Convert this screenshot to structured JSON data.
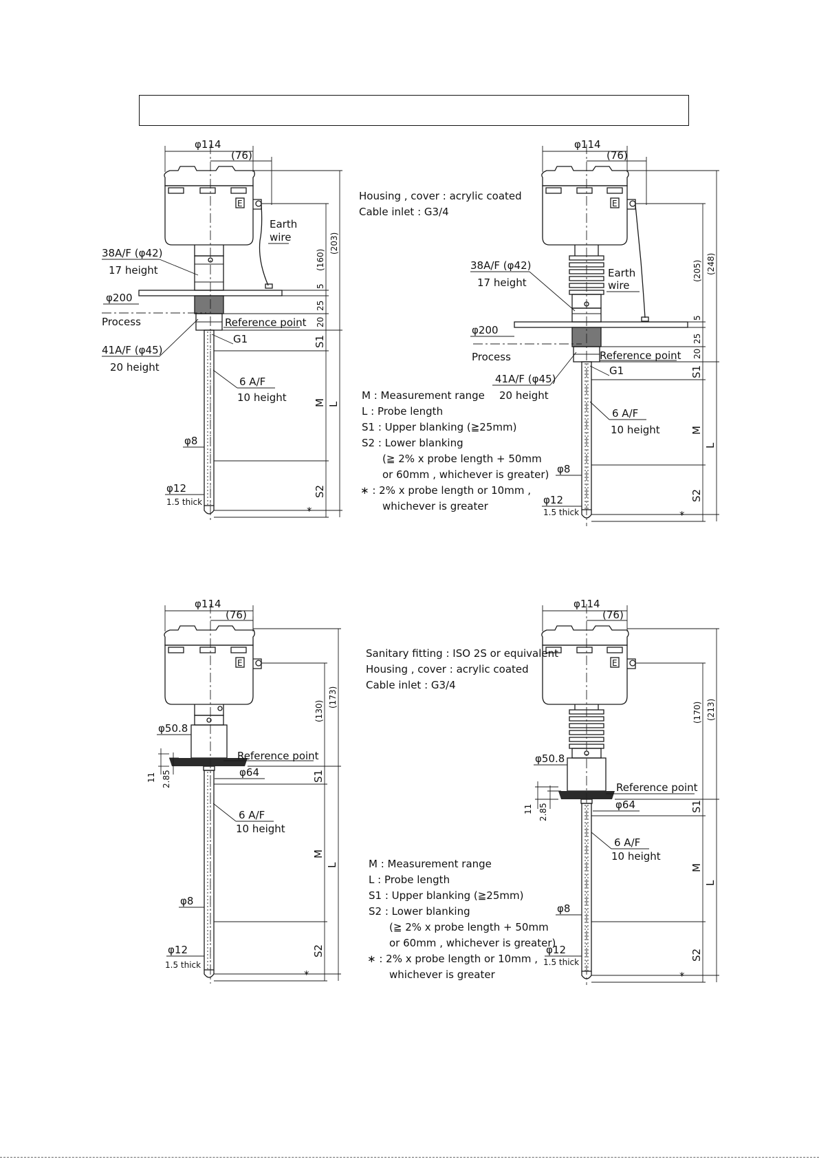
{
  "header_box": {
    "title": ""
  },
  "common": {
    "d_housing": "φ114",
    "cover_offset": "(76)",
    "earth_mark": "E",
    "d_rod": "φ8",
    "d_tip": "φ12",
    "tip_thick": "1.5 thick",
    "hex_probe_af": "6 A/F",
    "hex_probe_height": "10 height",
    "s1": "S1",
    "s2": "S2",
    "m": "M",
    "l": "L",
    "star": "*",
    "reference_point": "Reference point"
  },
  "flange": {
    "hex_body_af": "38A/F (φ42)",
    "hex_body_height": "17 height",
    "d_flange": "φ200",
    "process": "Process",
    "hex_nut_af": "41A/F (φ45)",
    "hex_nut_height": "20 height",
    "thread": "G1",
    "earth_wire_1": "Earth",
    "earth_wire_2": "wire",
    "dim_5": "5",
    "dim_25": "25",
    "dim_20": "20",
    "std_dims": [
      "(160)",
      "(203)"
    ],
    "ext_dims": [
      "(205)",
      "(248)"
    ]
  },
  "sanitary": {
    "d_clamp": "φ50.8",
    "d_ferrule": "φ64",
    "dim_11": "11",
    "dim_285": "2.85",
    "std_dims": [
      "(130)",
      "(173)"
    ],
    "ext_dims": [
      "(170)",
      "(213)"
    ]
  },
  "notes_top": [
    "Housing , cover : acrylic coated",
    "Cable inlet : G3/4"
  ],
  "notes_mid": [
    "Sanitary fitting : ISO 2S or equivalent",
    "Housing , cover : acrylic coated",
    "Cable inlet : G3/4"
  ],
  "legend_1": [
    "M : Measurement range",
    "L : Probe length",
    "S1 : Upper blanking (≧25mm)",
    "S2 : Lower blanking",
    "(≧ 2% x probe length + 50mm",
    "or 60mm , whichever is greater)",
    "∗ : 2% x probe length or 10mm ,",
    "whichever is greater"
  ],
  "legend_2": [
    "M : Measurement range",
    "L : Probe length",
    "S1 : Upper blanking (≧25mm)",
    "S2 : Lower blanking",
    "(≧ 2% x probe length + 50mm",
    "or 60mm , whichever is greater)",
    "∗ : 2% x probe length or 10mm ,",
    "whichever is greater"
  ]
}
